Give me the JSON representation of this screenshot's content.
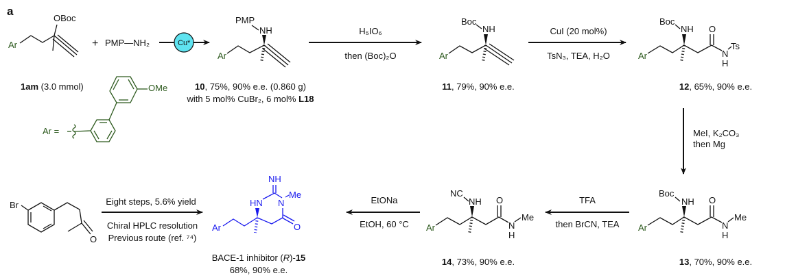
{
  "panel_label": "a",
  "colors": {
    "ar_green": "#2d5a1e",
    "product_blue": "#1a1aee",
    "catalyst_cyan": "#5fe3f0"
  },
  "c1am": {
    "obc": "OBoc",
    "ar": "Ar",
    "id": "1am",
    "desc": " (3.0 mmol)"
  },
  "plus": "+",
  "amine": "PMP—NH₂",
  "catalyst": "Cu*",
  "ar_def": {
    "label": "Ar =",
    "ome": "OMe"
  },
  "c10": {
    "pmp": "PMP",
    "nh": "NH",
    "ar": "Ar",
    "id": "10",
    "desc": ", 75%, 90% e.e. (0.860 g)",
    "line2a": "with 5 mol% CuBr₂, 6 mol% ",
    "line2b": "L18"
  },
  "step2": {
    "above": "H₅IO₆",
    "below": "then (Boc)₂O"
  },
  "c11": {
    "boc": "Boc",
    "nh": "NH",
    "ar": "Ar",
    "id": "11",
    "desc": ", 79%, 90% e.e."
  },
  "step3": {
    "above": "CuI (20 mol%)",
    "below": "TsN₃, TEA, H₂O"
  },
  "c12": {
    "boc": "Boc",
    "nh": "NH",
    "o": "O",
    "ts": "Ts",
    "n": "N",
    "h": "H",
    "ar": "Ar",
    "id": "12",
    "desc": ", 65%, 90% e.e."
  },
  "step4": {
    "line1": "MeI, K₂CO₃",
    "line2": "then Mg"
  },
  "c13": {
    "boc": "Boc",
    "nh": "NH",
    "o": "O",
    "me": "Me",
    "n": "N",
    "h": "H",
    "ar": "Ar",
    "id": "13",
    "desc": ", 70%, 90% e.e."
  },
  "step5": {
    "above": "TFA",
    "below": "then BrCN, TEA"
  },
  "c14": {
    "nc": "NC",
    "nh": "NH",
    "o": "O",
    "me": "Me",
    "n": "N",
    "h": "H",
    "ar": "Ar",
    "id": "14",
    "desc": ", 73%, 90% e.e."
  },
  "step6": {
    "above": "EtONa",
    "below": "EtOH, 60 °C"
  },
  "c15": {
    "nh_top": "NH",
    "hn": "HN",
    "n": "N",
    "me": "Me",
    "o": "O",
    "ar": "Ar",
    "line1a": "BACE-1 inhibitor (",
    "line1r": "R",
    "line1b": ")-",
    "id": "15",
    "line2": "68%, 90% e.e."
  },
  "prev_route": {
    "above": "Eight steps, 5.6% yield",
    "below1": "Chiral HPLC resolution",
    "below2": "Previous route (ref. ⁷⁴)"
  },
  "bromo": {
    "br": "Br",
    "o": "O"
  }
}
